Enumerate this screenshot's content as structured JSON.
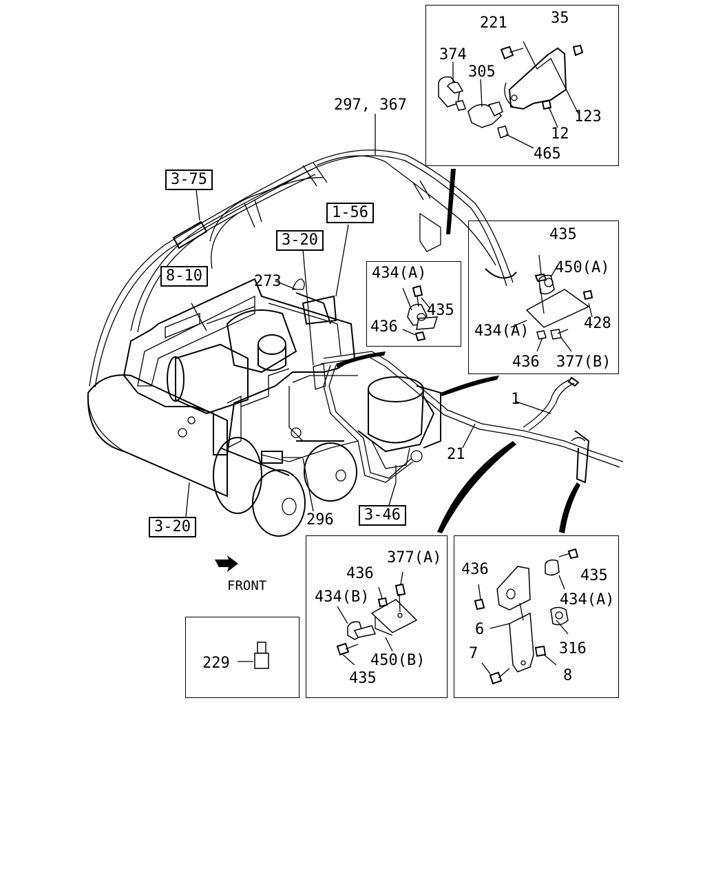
{
  "labels": {
    "p221": "221",
    "p35": "35",
    "p374": "374",
    "p305": "305",
    "p123": "123",
    "p12": "12",
    "p465": "465",
    "p297_367": "297, 367",
    "p435_top": "435",
    "p450a_top": "450(A)",
    "p434a_mid": "434(A)",
    "p428": "428",
    "p436_mid": "436",
    "p377b": "377(B)",
    "p434a_small": "434(A)",
    "p435_small": "435",
    "p436_small": "436",
    "p273": "273",
    "p1": "1",
    "p21": "21",
    "p296": "296",
    "p436_bl": "436",
    "p377a": "377(A)",
    "p434b": "434(B)",
    "p450b": "450(B)",
    "p435_bl": "435",
    "p436_br": "436",
    "p435_br": "435",
    "p434a_br": "434(A)",
    "p6": "6",
    "p316": "316",
    "p7": "7",
    "p8": "8",
    "p229": "229"
  },
  "refs": {
    "r3_75": "3-75",
    "r1_56": "1-56",
    "r3_20_top": "3-20",
    "r8_10": "8-10",
    "r3_46": "3-46",
    "r3_20_bottom": "3-20"
  },
  "front_label": "FRONT"
}
